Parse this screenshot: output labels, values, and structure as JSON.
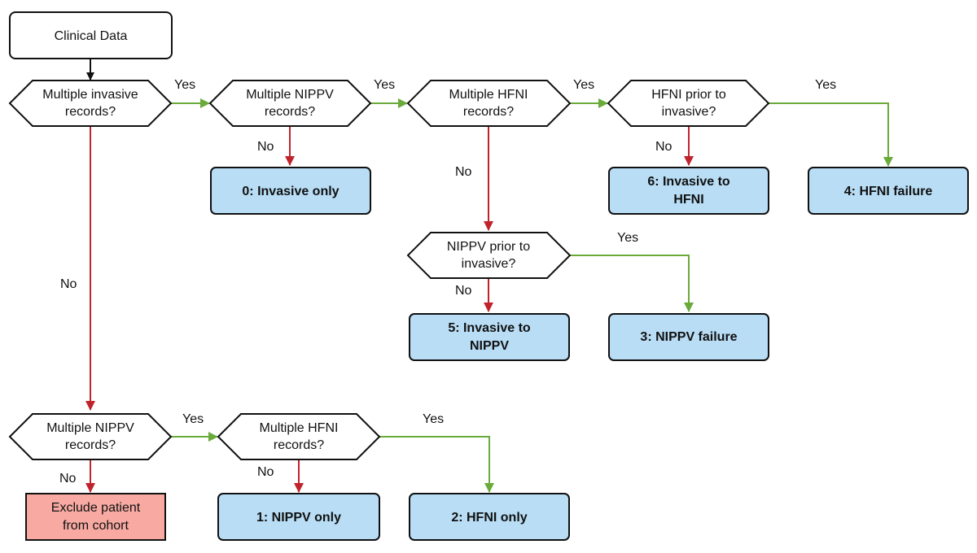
{
  "colors": {
    "outcome_fill": "#b8ddf5",
    "exclude_fill": "#f7a9a2",
    "yes_edge": "#6aaa3a",
    "no_edge": "#c0232c",
    "start_edge": "#111111",
    "stroke": "#111111"
  },
  "nodes": {
    "start": {
      "label": "Clinical Data"
    },
    "d_invasive": {
      "lines": [
        "Multiple invasive",
        "records?"
      ]
    },
    "d_nippv_top": {
      "lines": [
        "Multiple NIPPV",
        "records?"
      ]
    },
    "d_hfni_top": {
      "lines": [
        "Multiple HFNI",
        "records?"
      ]
    },
    "d_hfni_prior": {
      "lines": [
        "HFNI prior to",
        "invasive?"
      ]
    },
    "d_nippv_prior": {
      "lines": [
        "NIPPV prior to",
        "invasive?"
      ]
    },
    "d_nippv_bottom": {
      "lines": [
        "Multiple NIPPV",
        "records?"
      ]
    },
    "d_hfni_bottom": {
      "lines": [
        "Multiple HFNI",
        "records?"
      ]
    },
    "o0": {
      "lines": [
        "0: Invasive only"
      ]
    },
    "o6": {
      "lines": [
        "6: Invasive to",
        "HFNI"
      ]
    },
    "o4": {
      "lines": [
        "4: HFNI failure"
      ]
    },
    "o5": {
      "lines": [
        "5: Invasive to",
        "NIPPV"
      ]
    },
    "o3": {
      "lines": [
        "3: NIPPV failure"
      ]
    },
    "o1": {
      "lines": [
        "1: NIPPV only"
      ]
    },
    "o2": {
      "lines": [
        "2: HFNI only"
      ]
    },
    "exclude": {
      "lines": [
        "Exclude patient",
        "from cohort"
      ]
    }
  },
  "edges": {
    "e_start": {
      "label": ""
    },
    "e_inv_yes": {
      "label": "Yes"
    },
    "e_inv_no": {
      "label": "No"
    },
    "e_nippvtop_yes": {
      "label": "Yes"
    },
    "e_nippvtop_no": {
      "label": "No"
    },
    "e_hfnitop_yes": {
      "label": "Yes"
    },
    "e_hfnitop_no": {
      "label": "No"
    },
    "e_hfniprior_yes": {
      "label": "Yes"
    },
    "e_hfniprior_no": {
      "label": "No"
    },
    "e_nippvprior_yes": {
      "label": "Yes"
    },
    "e_nippvprior_no": {
      "label": "No"
    },
    "e_nippvbot_yes": {
      "label": "Yes"
    },
    "e_nippvbot_no": {
      "label": "No"
    },
    "e_hfnibot_yes": {
      "label": "Yes"
    },
    "e_hfnibot_no": {
      "label": "No"
    }
  }
}
